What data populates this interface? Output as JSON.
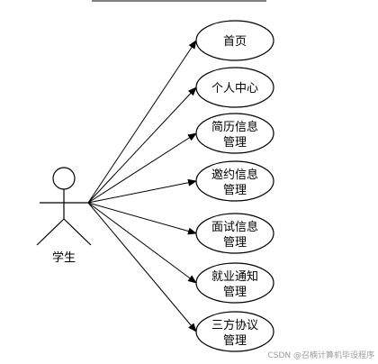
{
  "actor": {
    "label": "学生"
  },
  "use_cases": [
    {
      "line1": "首页",
      "line2": ""
    },
    {
      "line1": "个人中心",
      "line2": ""
    },
    {
      "line1": "简历信息",
      "line2": "管理"
    },
    {
      "line1": "邀约信息",
      "line2": "管理"
    },
    {
      "line1": "面试信息",
      "line2": "管理"
    },
    {
      "line1": "就业通知",
      "line2": "管理"
    },
    {
      "line1": "三方协议",
      "line2": "管理"
    }
  ],
  "watermark": "CSDN @召楠计算机毕设程序",
  "colors": {
    "stroke": "#000000",
    "watermark": "#9a9a9a"
  }
}
